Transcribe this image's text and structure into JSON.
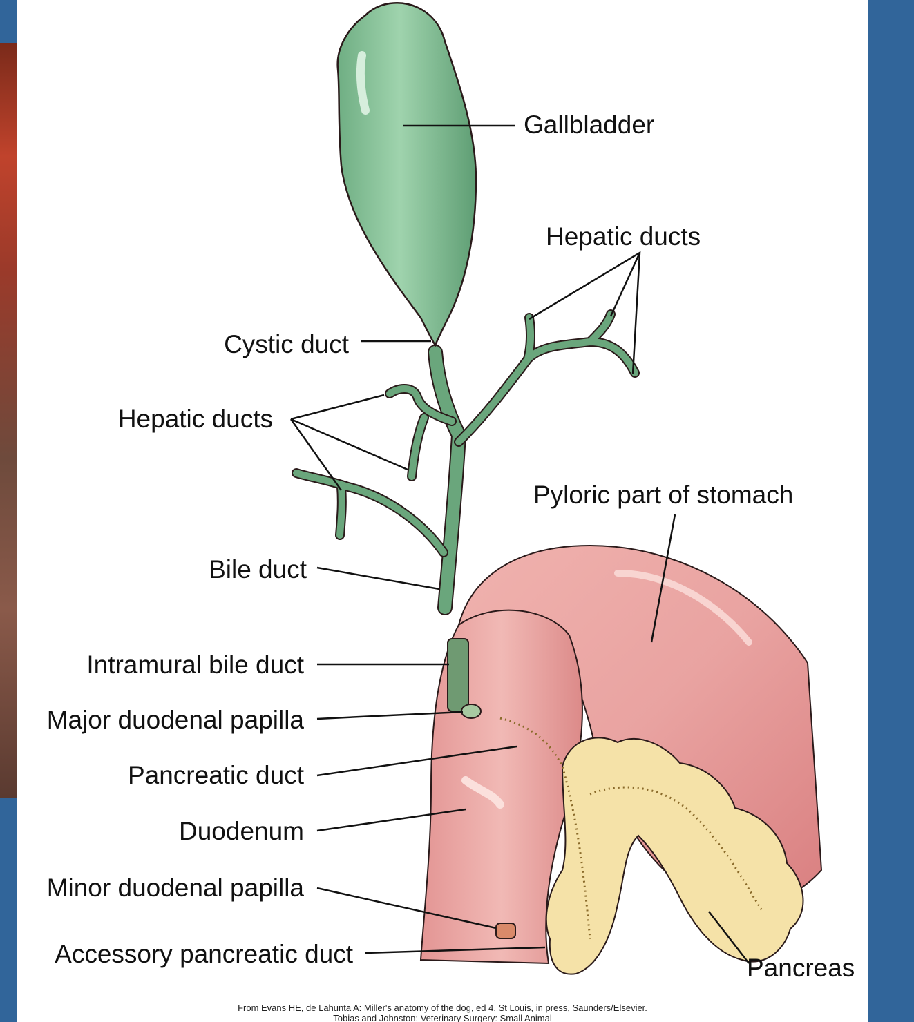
{
  "labels": {
    "gallbladder": "Gallbladder",
    "hepatic_ducts_right": "Hepatic ducts",
    "cystic_duct": "Cystic duct",
    "hepatic_ducts_left": "Hepatic ducts",
    "pyloric": "Pyloric part of stomach",
    "bile_duct": "Bile duct",
    "intramural": "Intramural bile duct",
    "major_papilla": "Major duodenal papilla",
    "pancreatic_duct": "Pancreatic duct",
    "duodenum": "Duodenum",
    "minor_papilla": "Minor duodenal papilla",
    "accessory_duct": "Accessory pancreatic duct",
    "pancreas": "Pancreas"
  },
  "citation": {
    "line1": "From Evans HE, de Lahunta A: Miller's anatomy of the dog, ed 4, St Louis, in press, Saunders/Elsevier.",
    "line2": "Tobias and Johnston: Veterinary Surgery: Small Animal"
  },
  "colors": {
    "background": "#31659a",
    "gallbladder": "#7fbf92",
    "duct": "#6aa67c",
    "stomach": "#e79a98",
    "pancreas": "#f5e2a8"
  }
}
